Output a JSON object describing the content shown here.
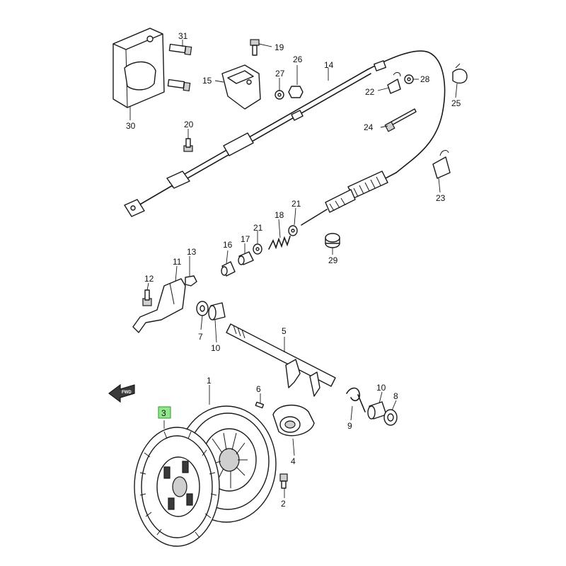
{
  "diagram": {
    "highlight_color": "#8fe88a",
    "forward_marker": "FWD",
    "callouts": [
      {
        "id": "c31",
        "label": "31"
      },
      {
        "id": "c19",
        "label": "19"
      },
      {
        "id": "c26",
        "label": "26"
      },
      {
        "id": "c27",
        "label": "27"
      },
      {
        "id": "c14",
        "label": "14"
      },
      {
        "id": "c15",
        "label": "15"
      },
      {
        "id": "c22",
        "label": "22"
      },
      {
        "id": "c28",
        "label": "28"
      },
      {
        "id": "c25",
        "label": "25"
      },
      {
        "id": "c30",
        "label": "30"
      },
      {
        "id": "c20",
        "label": "20"
      },
      {
        "id": "c24",
        "label": "24"
      },
      {
        "id": "c23",
        "label": "23"
      },
      {
        "id": "c21a",
        "label": "21"
      },
      {
        "id": "c18",
        "label": "18"
      },
      {
        "id": "c21b",
        "label": "21"
      },
      {
        "id": "c17",
        "label": "17"
      },
      {
        "id": "c16",
        "label": "16"
      },
      {
        "id": "c29",
        "label": "29"
      },
      {
        "id": "c13",
        "label": "13"
      },
      {
        "id": "c11",
        "label": "11"
      },
      {
        "id": "c12",
        "label": "12"
      },
      {
        "id": "c7",
        "label": "7"
      },
      {
        "id": "c10a",
        "label": "10"
      },
      {
        "id": "c5",
        "label": "5"
      },
      {
        "id": "c1",
        "label": "1"
      },
      {
        "id": "c6",
        "label": "6"
      },
      {
        "id": "c10b",
        "label": "10"
      },
      {
        "id": "c8",
        "label": "8"
      },
      {
        "id": "c9",
        "label": "9"
      },
      {
        "id": "c4",
        "label": "4"
      },
      {
        "id": "c2",
        "label": "2"
      },
      {
        "id": "c3",
        "label": "3",
        "highlighted": true
      }
    ]
  }
}
